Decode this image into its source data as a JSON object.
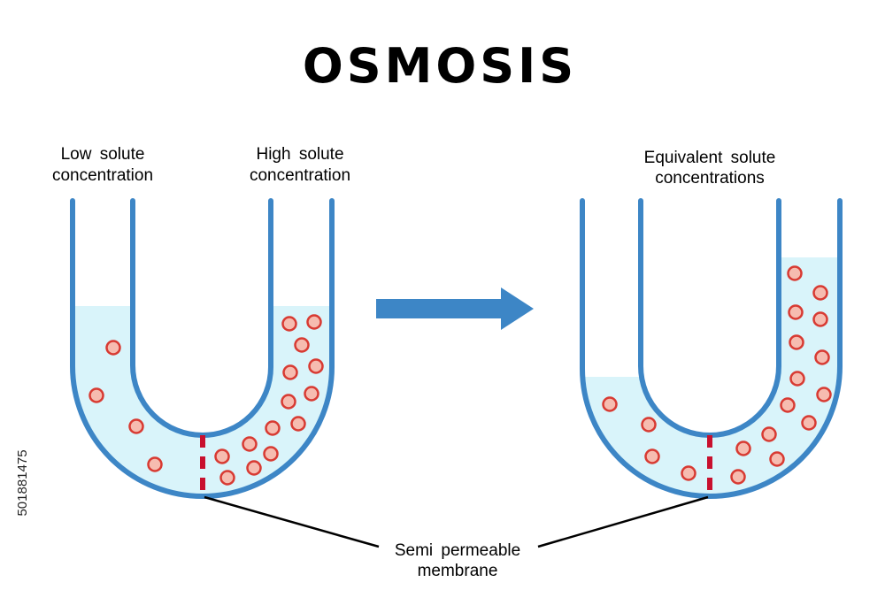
{
  "title": "OSMOSIS",
  "labels": {
    "left_low_line1": "Low solute",
    "left_low_line2": "concentration",
    "left_high_line1": "High solute",
    "left_high_line2": "concentration",
    "right_equiv_line1": "Equivalent solute",
    "right_equiv_line2": "concentrations",
    "membrane_line1": "Semi permeable",
    "membrane_line2": "membrane"
  },
  "stock_id": "501881475",
  "colors": {
    "tube": "#3d86c6",
    "water": "#d9f4fa",
    "membrane": "#c8102e",
    "particle_fill": "#f6bcb0",
    "particle_stroke": "#d83a32",
    "arrow": "#3d86c6",
    "text": "#000000"
  },
  "icons": {
    "process_arrow": "right-arrow-icon"
  }
}
